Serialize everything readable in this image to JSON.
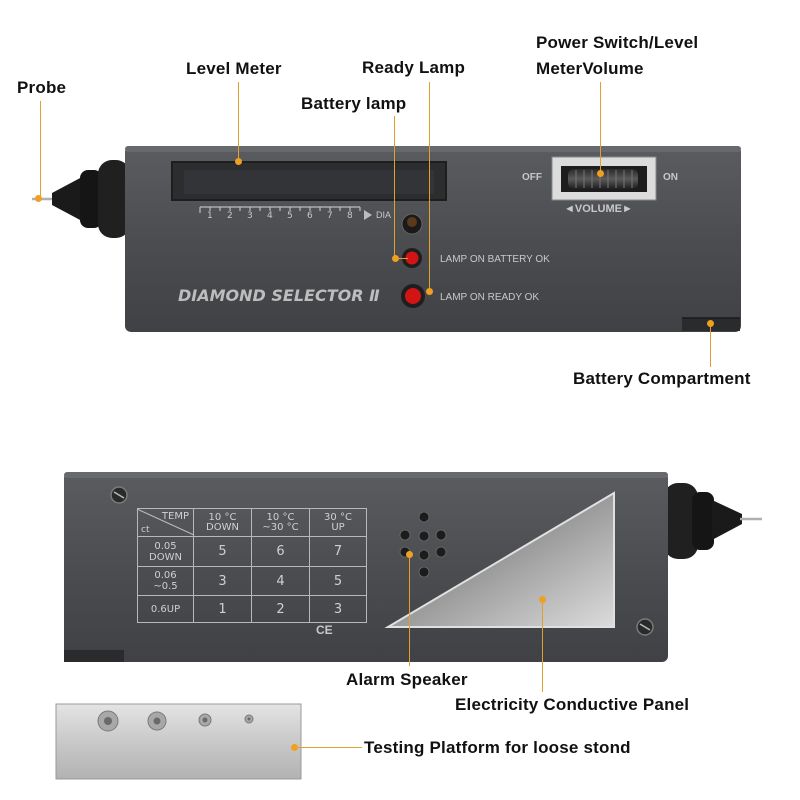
{
  "labels": {
    "probe": "Probe",
    "level_meter": "Level Meter",
    "ready_lamp": "Ready Lamp",
    "battery_lamp": "Battery lamp",
    "power_switch_line1": "Power Switch/Level",
    "power_switch_line2": "MeterVolume",
    "battery_compartment": "Battery Compartment",
    "alarm_speaker": "Alarm Speaker",
    "conductive_panel": "Electricity Conductive  Panel",
    "testing_platform": "Testing Platform for loose stond"
  },
  "device_front": {
    "brand": "DIAMOND SELECTOR Ⅱ",
    "scale_numbers": [
      "1",
      "2",
      "3",
      "4",
      "5",
      "6",
      "7",
      "8"
    ],
    "scale_end": "DIA",
    "lamp_battery_text": "LAMP ON BATTERY OK",
    "lamp_ready_text": "LAMP ON READY OK",
    "switch_off": "OFF",
    "switch_on": "ON",
    "volume": "◄VOLUME►"
  },
  "device_back": {
    "table": {
      "corner_top": "TEMP",
      "corner_bottom": "ct",
      "columns": [
        {
          "line1": "10 °C",
          "line2": "DOWN"
        },
        {
          "line1": "10 °C",
          "line2": "~30 °C"
        },
        {
          "line1": "30 °C",
          "line2": "UP"
        }
      ],
      "rows": [
        {
          "line1": "0.05",
          "line2": "DOWN",
          "values": [
            "5",
            "6",
            "7"
          ]
        },
        {
          "line1": "0.06",
          "line2": "~0.5",
          "values": [
            "3",
            "4",
            "5"
          ]
        },
        {
          "line1": "0.6UP",
          "line2": "",
          "values": [
            "1",
            "2",
            "3"
          ]
        }
      ]
    },
    "ce_mark": "CE"
  },
  "colors": {
    "body": "#4d4f52",
    "leader": "#e0a030",
    "lamp_red": "#d21414"
  }
}
